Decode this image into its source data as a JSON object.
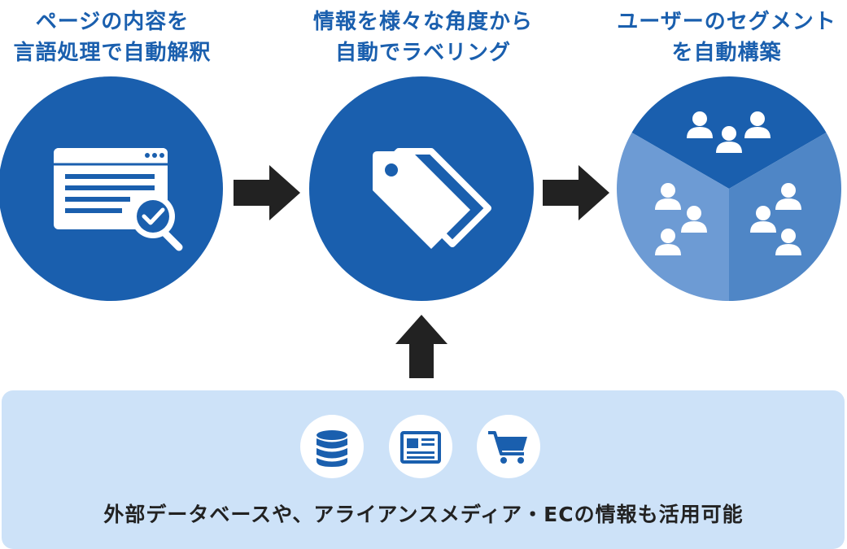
{
  "steps": [
    {
      "title_line1": "ページの内容を",
      "title_line2": "言語処理で自動解釈",
      "icon": "webpage-magnifier-check-icon"
    },
    {
      "title_line1": "情報を様々な角度から",
      "title_line2": "自動でラベリング",
      "icon": "tags-icon"
    },
    {
      "title_line1": "ユーザーのセグメント",
      "title_line2": "を自動構築",
      "icon": "segmented-users-icon"
    }
  ],
  "data_sources": {
    "icons": [
      "database-icon",
      "newspaper-icon",
      "shopping-cart-icon"
    ],
    "caption": "外部データベースや、アライアンスメディア・ECの情報も活用可能"
  },
  "colors": {
    "primary": "#1a5fae",
    "segment_mid": "#4f86c6",
    "segment_light": "#6d9bd4",
    "panel_bg": "#cde2f8",
    "arrow": "#222222"
  }
}
